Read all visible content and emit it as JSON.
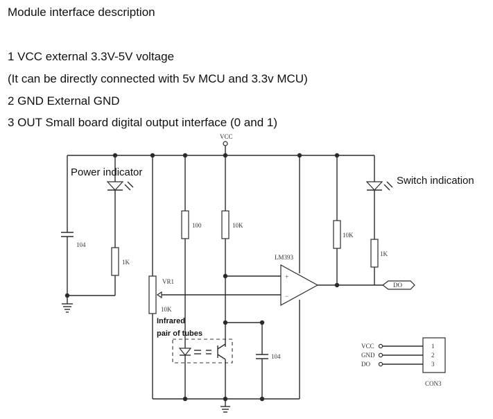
{
  "heading": "Module interface description",
  "lines": [
    "1 VCC external 3.3V-5V voltage",
    "(It can be directly connected with 5v MCU and 3.3v MCU)",
    "2 GND External GND",
    "3 OUT Small board digital output interface (0 and 1)"
  ],
  "schematic": {
    "vcc": "VCC",
    "power_indicator": "Power indicator",
    "switch_indication": "Switch indication",
    "cap1": "104",
    "cap2": "104",
    "r_1k_left": "1K",
    "r_100": "100",
    "r_10k_mid": "10K",
    "r_10k_right": "10K",
    "r_1k_right": "1K",
    "vr_name": "VR1",
    "vr_value": "10K",
    "comparator": "LM393",
    "plus": "+",
    "minus": "−",
    "output_flag": "DO",
    "infrared_line1": "Infrared",
    "infrared_line2": "pair of tubes",
    "connector": {
      "name": "CON3",
      "pins": [
        {
          "signal": "VCC",
          "number": "1"
        },
        {
          "signal": "GND",
          "number": "2"
        },
        {
          "signal": "DO",
          "number": "3"
        }
      ]
    }
  }
}
